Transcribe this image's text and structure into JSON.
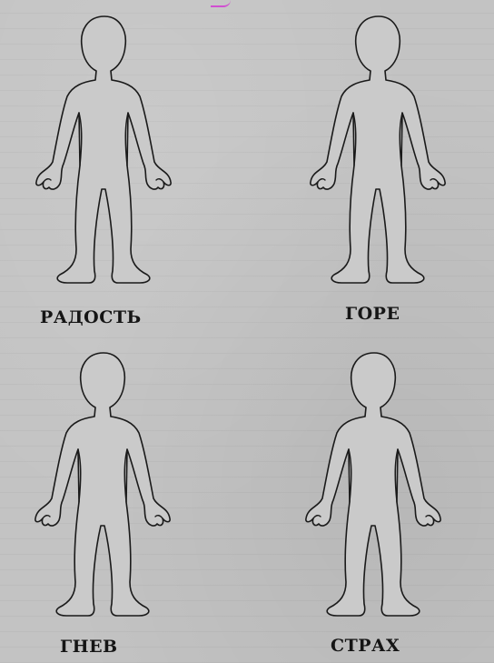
{
  "figures": [
    {
      "label": "РАДОСТЬ"
    },
    {
      "label": "ГОРЕ"
    },
    {
      "label": "ГНЕВ"
    },
    {
      "label": "СТРАХ"
    }
  ],
  "colors": {
    "paper": "#c3c3c3",
    "ink": "#1a1a1a",
    "top_mark": "#d14fd1"
  }
}
